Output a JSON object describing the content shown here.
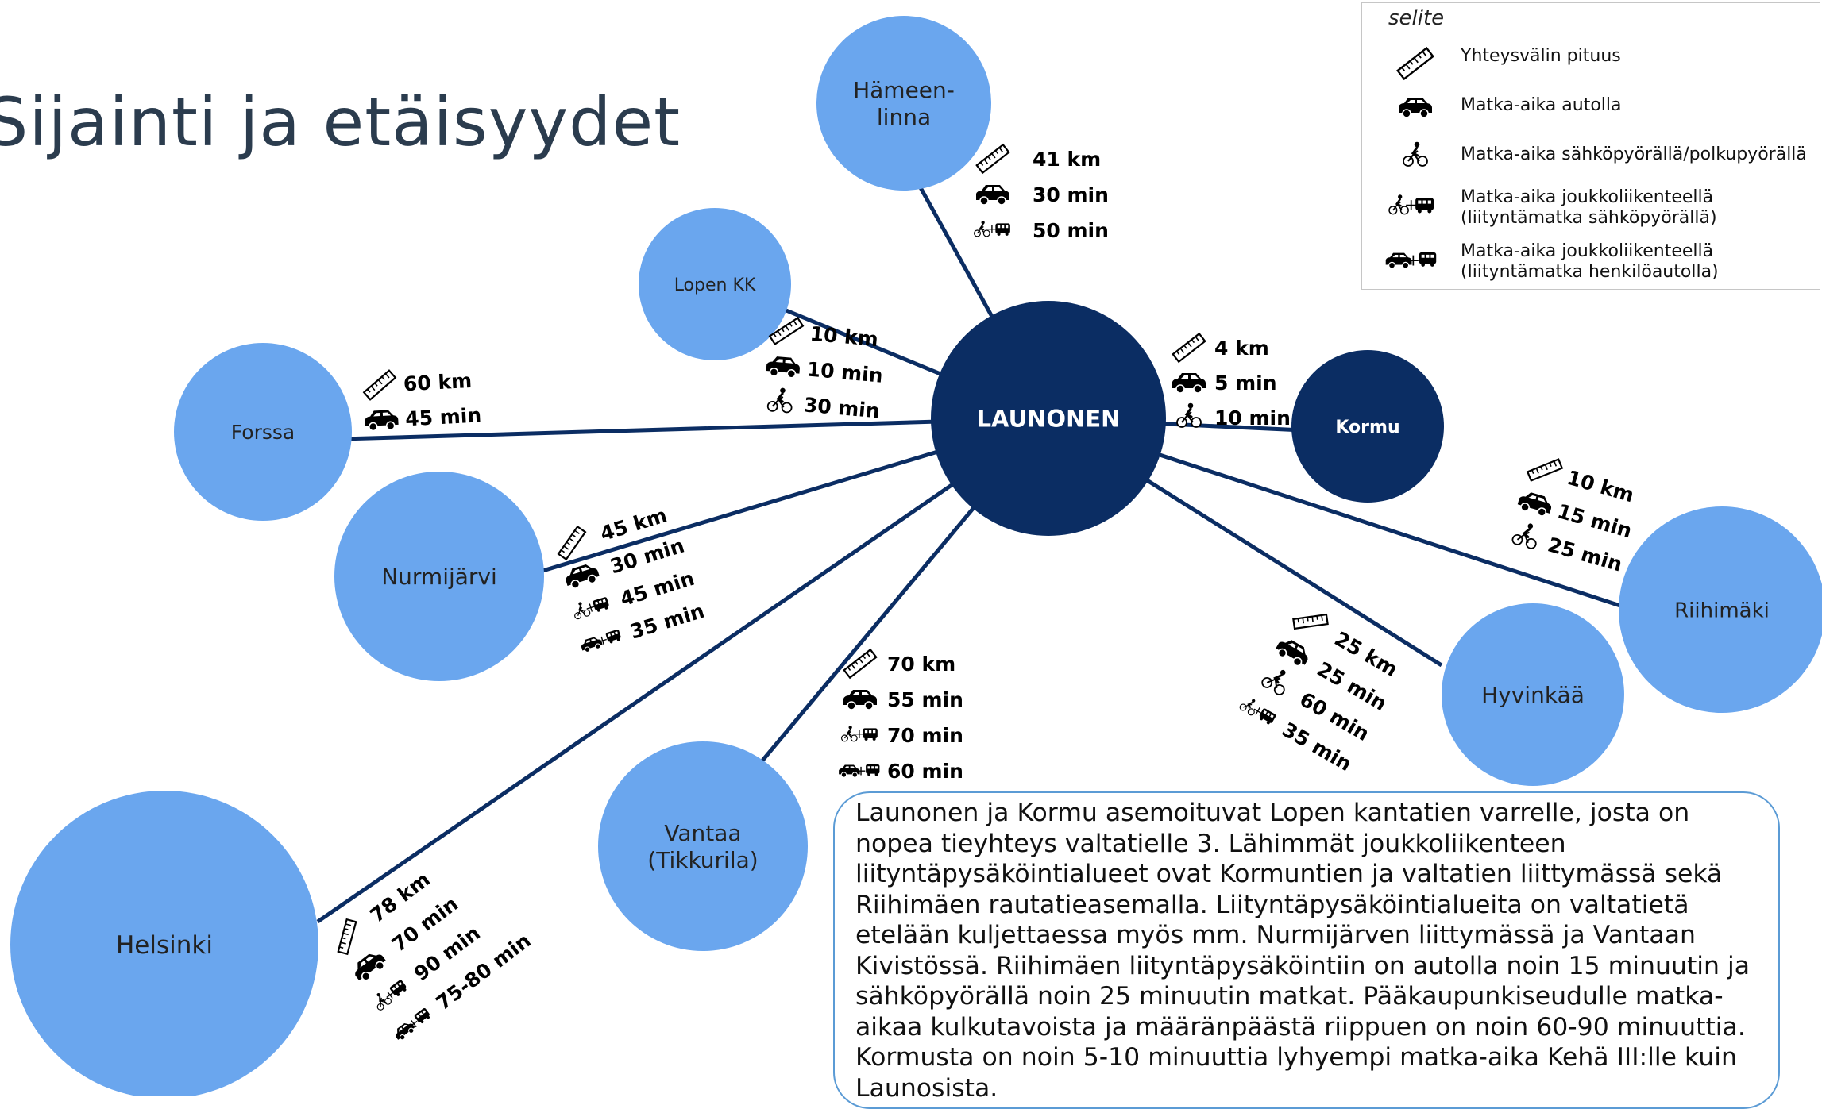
{
  "title": "Sijainti ja etäisyydet",
  "legend": {
    "title": "selite",
    "items": [
      {
        "icon": "ruler-icon",
        "label": "Yhteysvälin pituus"
      },
      {
        "icon": "car-icon",
        "label": "Matka-aika autolla"
      },
      {
        "icon": "bike-icon",
        "label": "Matka-aika sähköpyörällä/polkupyörällä"
      },
      {
        "icon": "bike-plus-transit-icon",
        "label": "Matka-aika joukkoliikenteellä\n(liityntämatka sähköpyörällä)"
      },
      {
        "icon": "car-plus-transit-icon",
        "label": "Matka-aika joukkoliikenteellä\n(liityntämatka henkilöautolla)"
      }
    ]
  },
  "center": {
    "name": "LAUNONEN"
  },
  "nodes": [
    {
      "id": "hameenlinna",
      "name": "Hämeen-\nlinna"
    },
    {
      "id": "lopen-kk",
      "name": "Lopen KK"
    },
    {
      "id": "forssa",
      "name": "Forssa"
    },
    {
      "id": "nurmijarvi",
      "name": "Nurmijärvi"
    },
    {
      "id": "helsinki",
      "name": "Helsinki"
    },
    {
      "id": "vantaa",
      "name": "Vantaa\n(Tikkurila)"
    },
    {
      "id": "kormu",
      "name": "Kormu"
    },
    {
      "id": "riihimaki",
      "name": "Riihimäki"
    },
    {
      "id": "hyvinkaa",
      "name": "Hyvinkää"
    }
  ],
  "distances": {
    "hameenlinna": [
      {
        "icon": "ruler",
        "text": "41 km"
      },
      {
        "icon": "car",
        "text": "30 min"
      },
      {
        "icon": "bike-bus",
        "text": "50 min"
      }
    ],
    "lopen-kk": [
      {
        "icon": "ruler",
        "text": "10 km"
      },
      {
        "icon": "car",
        "text": "10 min"
      },
      {
        "icon": "bike",
        "text": "30 min"
      }
    ],
    "forssa": [
      {
        "icon": "ruler",
        "text": "60 km"
      },
      {
        "icon": "car",
        "text": "45 min"
      }
    ],
    "kormu": [
      {
        "icon": "ruler",
        "text": "4 km"
      },
      {
        "icon": "car",
        "text": "5 min"
      },
      {
        "icon": "bike",
        "text": "10 min"
      }
    ],
    "riihimaki": [
      {
        "icon": "ruler",
        "text": "10 km"
      },
      {
        "icon": "car",
        "text": "15 min"
      },
      {
        "icon": "bike",
        "text": "25 min"
      }
    ],
    "nurmijarvi": [
      {
        "icon": "ruler",
        "text": "45 km"
      },
      {
        "icon": "car",
        "text": "30 min"
      },
      {
        "icon": "bike-bus",
        "text": "45 min"
      },
      {
        "icon": "car-bus",
        "text": "35 min"
      }
    ],
    "vantaa": [
      {
        "icon": "ruler",
        "text": "70 km"
      },
      {
        "icon": "car",
        "text": "55 min"
      },
      {
        "icon": "bike-bus",
        "text": "70 min"
      },
      {
        "icon": "car-bus",
        "text": "60 min"
      }
    ],
    "hyvinkaa": [
      {
        "icon": "ruler",
        "text": "25 km"
      },
      {
        "icon": "car",
        "text": "25 min"
      },
      {
        "icon": "bike",
        "text": "60 min"
      },
      {
        "icon": "bike-bus",
        "text": "35 min"
      }
    ],
    "helsinki": [
      {
        "icon": "ruler",
        "text": "78 km"
      },
      {
        "icon": "car",
        "text": "70 min"
      },
      {
        "icon": "bike-bus",
        "text": "90 min"
      },
      {
        "icon": "car-bus",
        "text": "75-80 min"
      }
    ]
  },
  "description": "Launonen ja Kormu asemoituvat Lopen kantatien varrelle, josta on nopea tieyhteys valtatielle 3. Lähimmät joukkoliikenteen liityntäpysäköintialueet ovat Kormuntien ja valtatien liittymässä sekä Riihimäen rautatieasemalla. Liityntäpysäköintialueita on valtatietä etelään kuljettaessa myös mm. Nurmijärven liittymässä ja Vantaan Kivistössä. Riihimäen liityntäpysäköintiin on autolla noin 15 minuutin ja sähköpyörällä noin 25 minuutin matkat. Pääkaupunkiseudulle matka-aikaa kulkutavoista ja määränpäästä riippuen on noin 60-90 minuuttia. Kormusta on noin 5-10 minuuttia lyhyempi matka-aika Kehä III:lle kuin Launosista.",
  "colors": {
    "center": "#0b2d63",
    "node": "#6aa6ee",
    "line": "#0b2d63",
    "title": "#2b3c4e",
    "border": "#5b9bd5"
  }
}
